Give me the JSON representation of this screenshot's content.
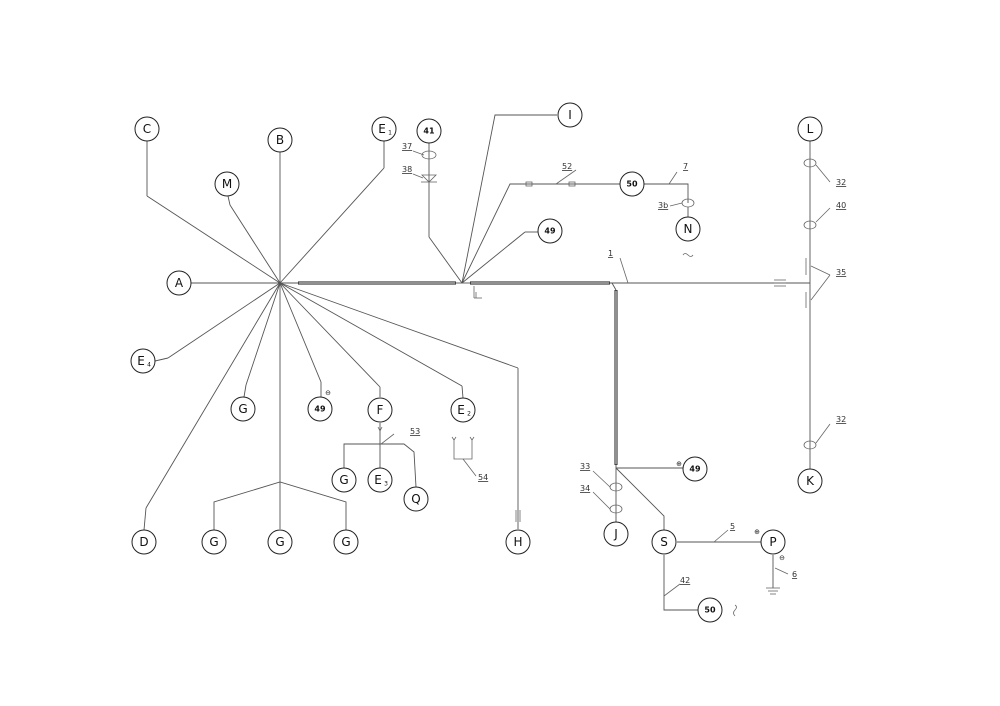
{
  "nodes": {
    "A": "A",
    "B": "B",
    "C": "C",
    "D": "D",
    "M": "M",
    "E1": "E",
    "E1_sub": "1",
    "E2": "E",
    "E2_sub": "2",
    "E3": "E",
    "E3_sub": "3",
    "E4": "E",
    "E4_sub": "4",
    "F": "F",
    "G": "G",
    "H": "H",
    "I": "I",
    "J": "J",
    "K": "K",
    "L": "L",
    "N": "N",
    "P": "P",
    "Q": "Q",
    "S": "S",
    "n41": "41",
    "n49": "49",
    "n50": "50"
  },
  "refs": {
    "r1": "1",
    "r5": "5",
    "r6": "6",
    "r7": "7",
    "r32": "32",
    "r33": "33",
    "r34": "34",
    "r35": "35",
    "r36": "3b",
    "r37": "37",
    "r38": "38",
    "r40": "40",
    "r42": "42",
    "r52": "52",
    "r53": "53",
    "r54": "54"
  },
  "signs": {
    "minus": "⊖",
    "plus": "⊕"
  },
  "colors": {
    "line": "#555555",
    "node_stroke": "#222222"
  }
}
